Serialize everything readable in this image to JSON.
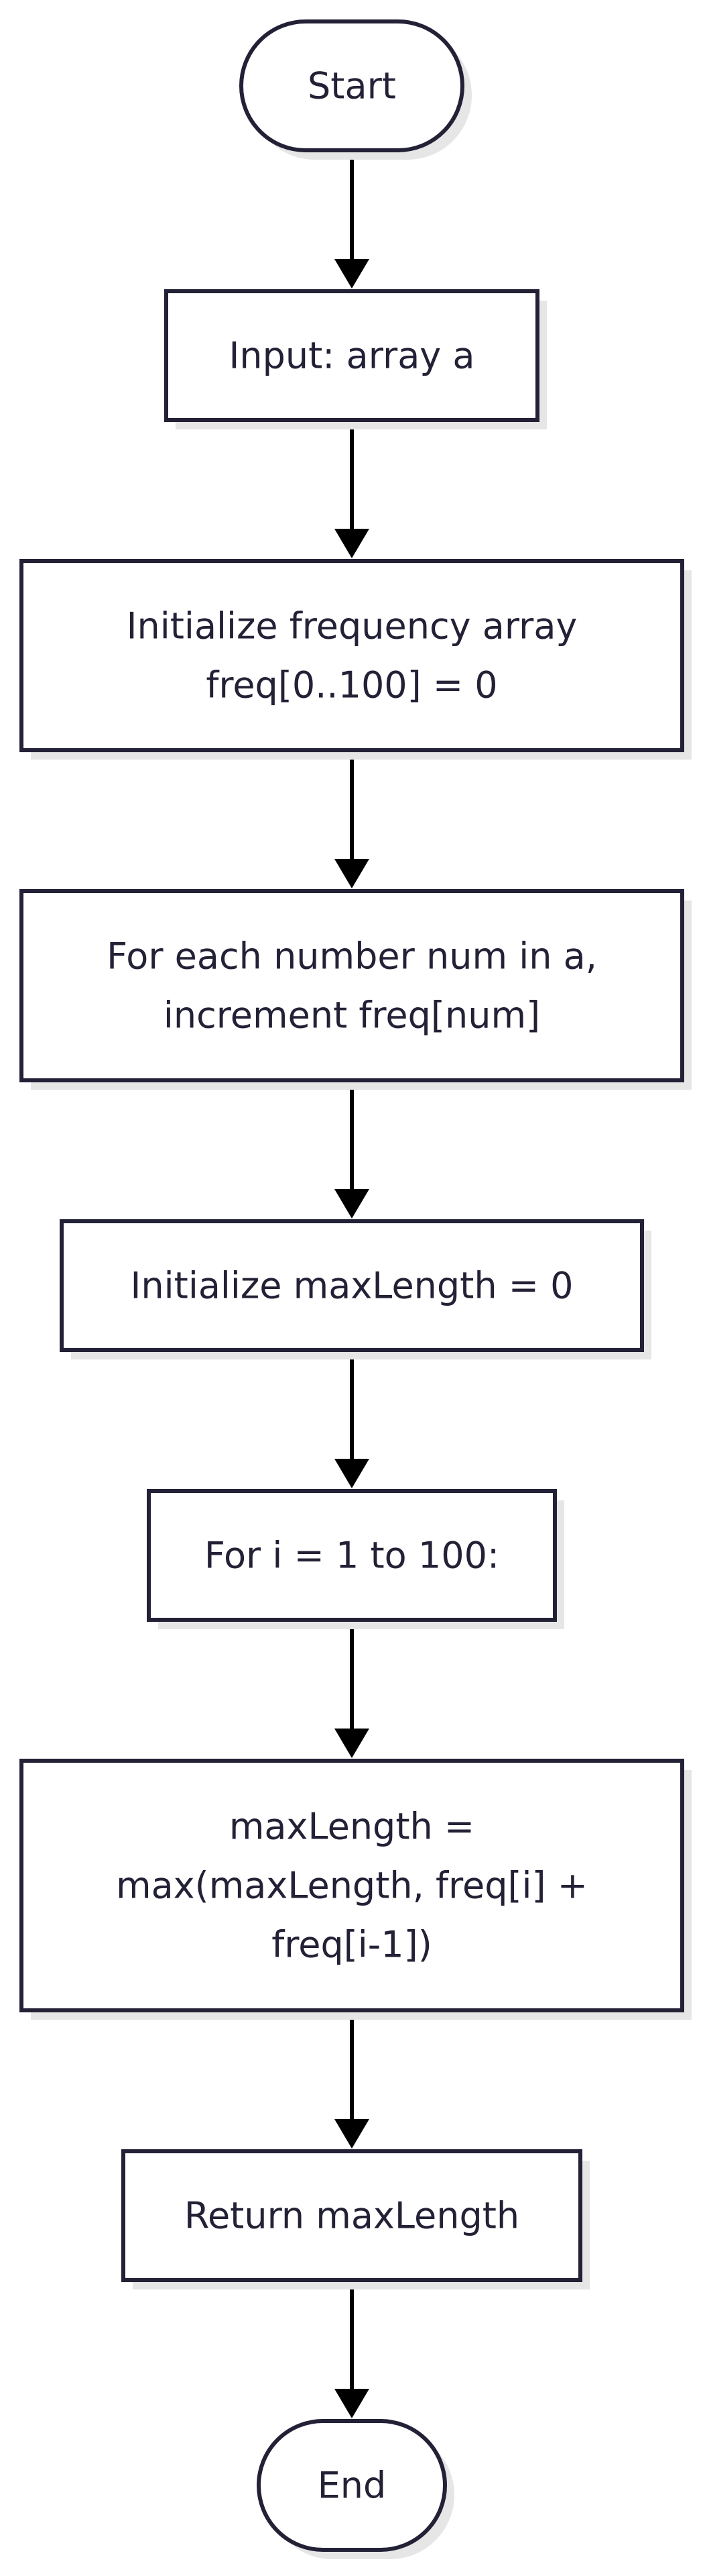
{
  "flowchart": {
    "nodes": [
      {
        "id": "start",
        "shape": "terminal",
        "lines": [
          "Start"
        ]
      },
      {
        "id": "input",
        "shape": "process",
        "lines": [
          "Input: array a"
        ]
      },
      {
        "id": "init-freq",
        "shape": "process",
        "lines": [
          "Initialize frequency array",
          "freq[0..100] = 0"
        ]
      },
      {
        "id": "count-loop",
        "shape": "process",
        "lines": [
          "For each number num in a,",
          "increment freq[num]"
        ]
      },
      {
        "id": "init-max",
        "shape": "process",
        "lines": [
          "Initialize maxLength = 0"
        ]
      },
      {
        "id": "for-i",
        "shape": "process",
        "lines": [
          "For i = 1 to 100:"
        ]
      },
      {
        "id": "update-max",
        "shape": "process",
        "lines": [
          "maxLength =",
          "max(maxLength, freq[i] +",
          "freq[i-1])"
        ]
      },
      {
        "id": "return",
        "shape": "process",
        "lines": [
          "Return maxLength"
        ]
      },
      {
        "id": "end",
        "shape": "terminal",
        "lines": [
          "End"
        ]
      }
    ],
    "edges": [
      {
        "from": "start",
        "to": "input"
      },
      {
        "from": "input",
        "to": "init-freq"
      },
      {
        "from": "init-freq",
        "to": "count-loop"
      },
      {
        "from": "count-loop",
        "to": "init-max"
      },
      {
        "from": "init-max",
        "to": "for-i"
      },
      {
        "from": "for-i",
        "to": "update-max"
      },
      {
        "from": "update-max",
        "to": "return"
      },
      {
        "from": "return",
        "to": "end"
      }
    ],
    "colors": {
      "node_stroke": "#232136",
      "node_fill": "#ffffff",
      "shadow": "#e6e6e6",
      "edge": "#000000",
      "text": "#232136"
    }
  }
}
